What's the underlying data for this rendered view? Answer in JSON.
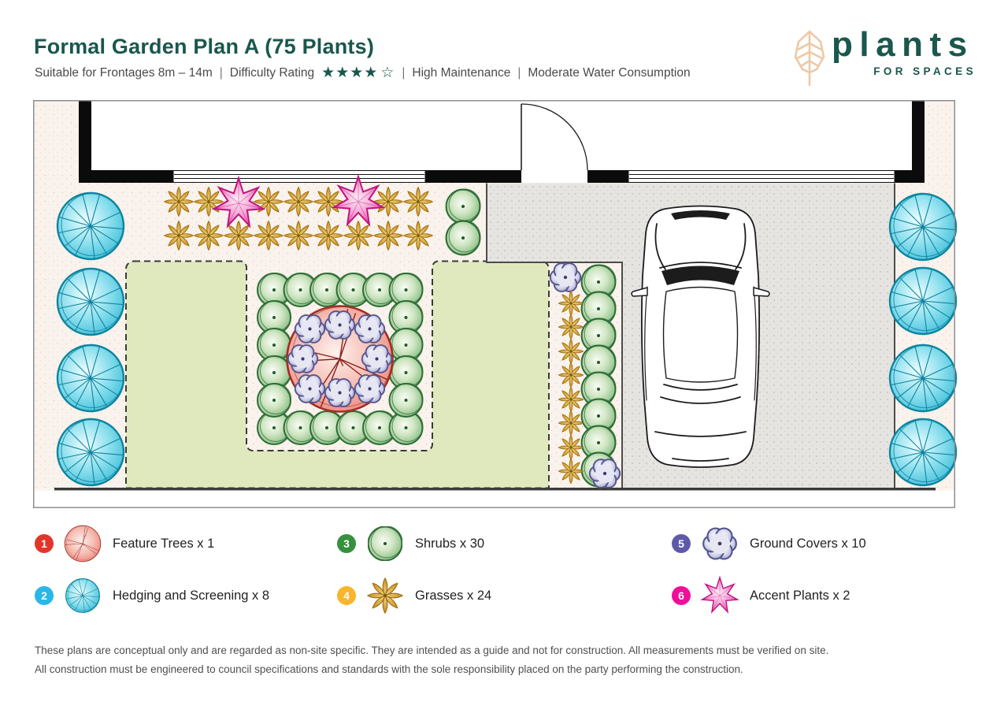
{
  "header": {
    "title": "Formal Garden Plan A (75 Plants)",
    "subtitle": {
      "frontage": "Suitable for Frontages 8m – 14m",
      "pipe": "|",
      "difficulty_label": "Difficulty Rating",
      "stars_filled": "★★★★",
      "star_empty": "☆",
      "maintenance": "High Maintenance",
      "water": "Moderate Water Consumption"
    }
  },
  "logo": {
    "name": "plants",
    "tagline": "FOR SPACES",
    "brand_color": "#1a574c",
    "leaf_color": "#ecc9a6"
  },
  "legend": {
    "items": [
      {
        "num": "1",
        "label": "Feature Trees x 1",
        "badge_color": "#e2352b",
        "icon": "feature-tree-icon"
      },
      {
        "num": "2",
        "label": "Hedging and Screening x 8",
        "badge_color": "#29b7e8",
        "icon": "hedging-icon"
      },
      {
        "num": "3",
        "label": "Shrubs x 30",
        "badge_color": "#36913f",
        "icon": "shrub-icon"
      },
      {
        "num": "4",
        "label": "Grasses x 24",
        "badge_color": "#f9b52c",
        "icon": "grass-icon"
      },
      {
        "num": "5",
        "label": "Ground Covers x 10",
        "badge_color": "#5d5aa8",
        "icon": "ground-cover-icon"
      },
      {
        "num": "6",
        "label": "Accent Plants x 2",
        "badge_color": "#ef0f9a",
        "icon": "accent-plant-icon"
      }
    ]
  },
  "disclaimer": {
    "line1": "These plans are conceptual only and are regarded as non-site specific. They are intended as a guide and not for construction. All measurements must be verified on site.",
    "line2": "All construction must be engineered to council specifications and standards with the sole responsibility placed on the party performing the construction."
  }
}
